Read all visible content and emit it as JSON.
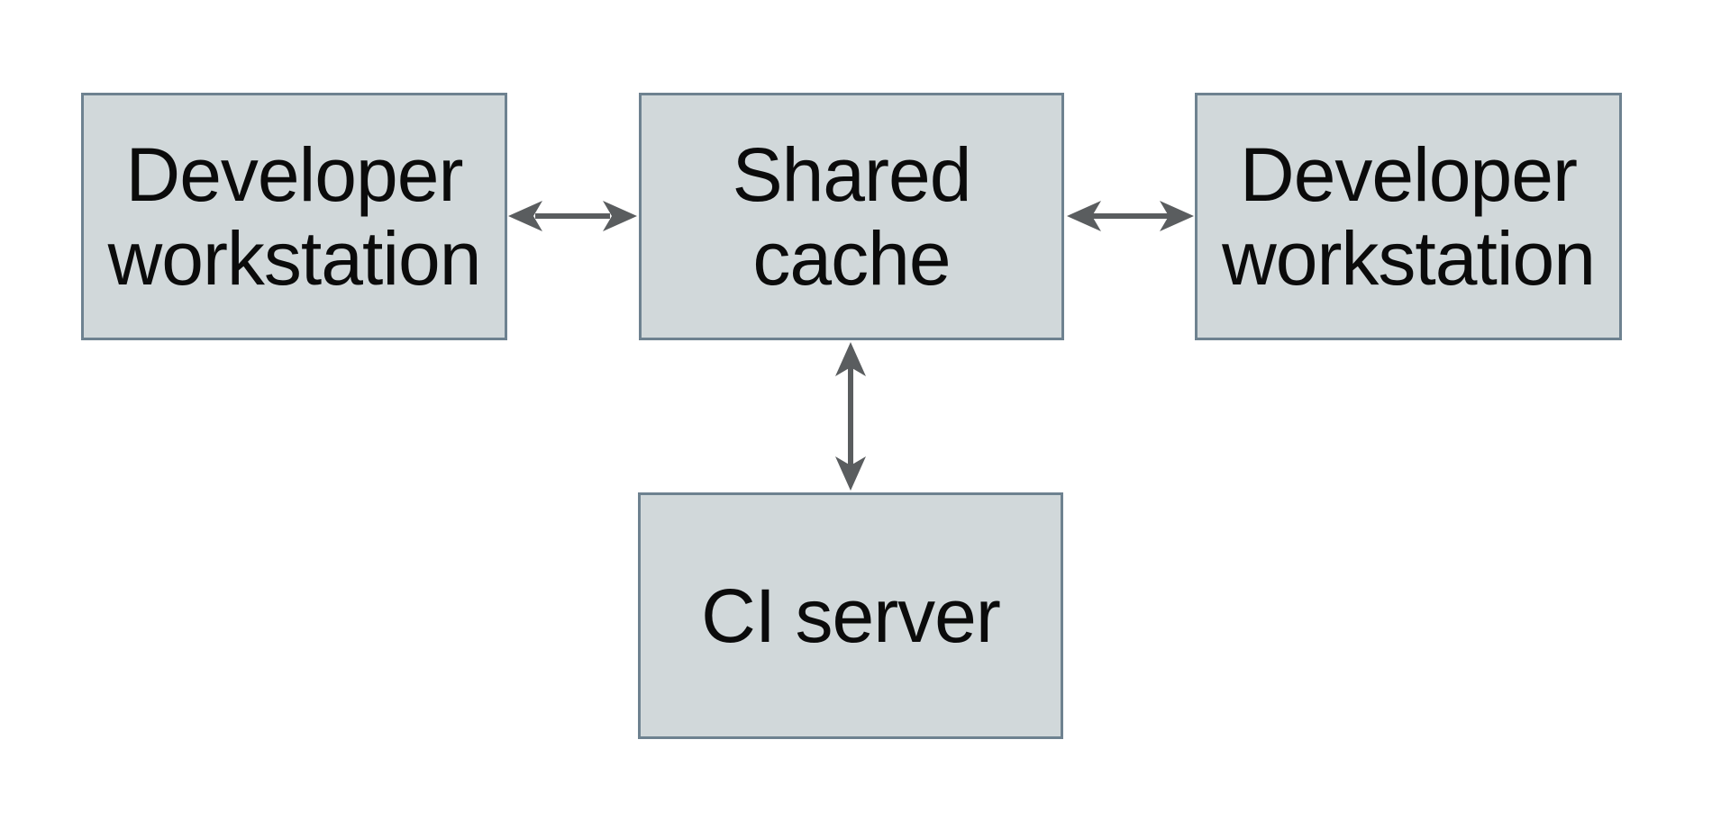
{
  "theme": {
    "background": "#ffffff",
    "node_fill": "#d1d8da",
    "node_border": "#6e8290",
    "arrow_color": "#5a5d5f",
    "text_color": "#0b0b0b"
  },
  "nodes": {
    "dev_left": {
      "label": "Developer workstation",
      "line1": "Developer",
      "line2": "workstation"
    },
    "shared_cache": {
      "label": "Shared cache",
      "line1": "Shared",
      "line2": "cache"
    },
    "dev_right": {
      "label": "Developer workstation",
      "line1": "Developer",
      "line2": "workstation"
    },
    "ci_server": {
      "label": "CI server",
      "line1": "CI server"
    }
  },
  "connections": [
    {
      "from": "Developer workstation (left)",
      "to": "Shared cache",
      "type": "bidirectional"
    },
    {
      "from": "Shared cache",
      "to": "Developer workstation (right)",
      "type": "bidirectional"
    },
    {
      "from": "Shared cache",
      "to": "CI server",
      "type": "bidirectional"
    }
  ]
}
